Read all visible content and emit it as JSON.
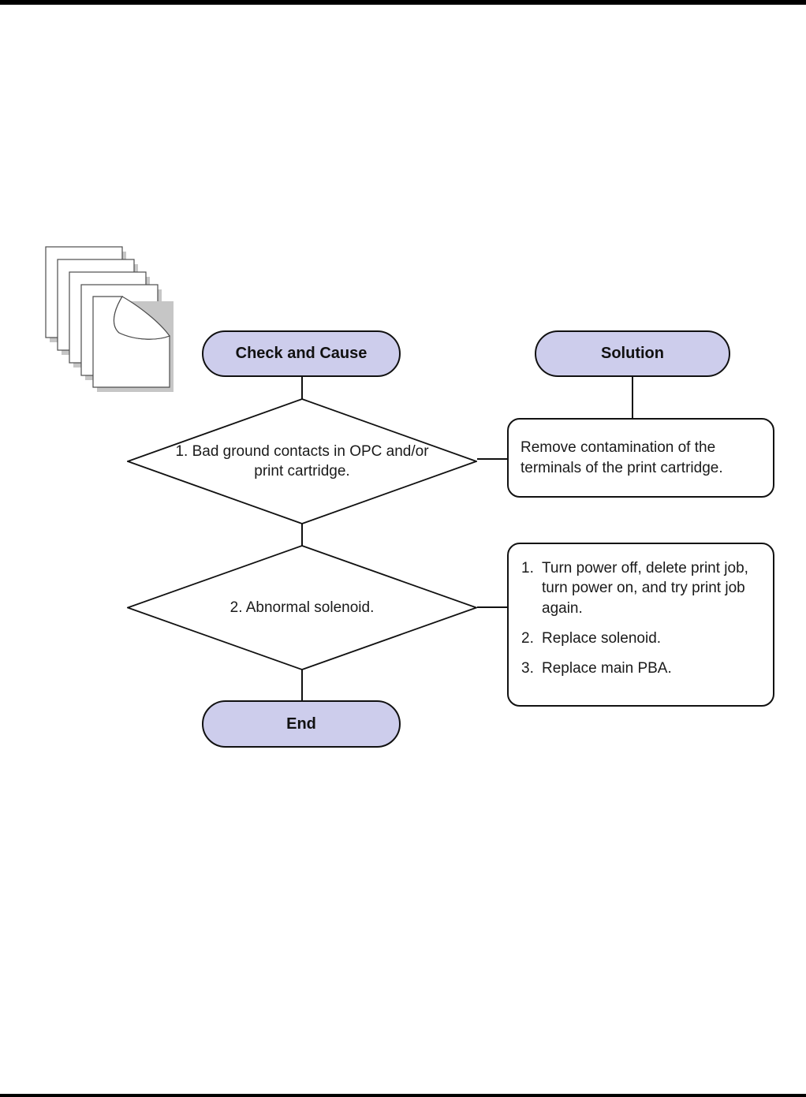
{
  "page": {
    "background": "#ffffff",
    "rule_color": "#000000"
  },
  "icons": {
    "paper_stack": "stack-of-pages-with-curled-corner"
  },
  "flowchart": {
    "node_fill": "#cdcdec",
    "node_border": "#111111",
    "text_color": "#1a1a1a",
    "check_header": "Check and Cause",
    "solution_header": "Solution",
    "end_label": "End",
    "cause1": "1. Bad ground contacts in OPC and/or print cartridge.",
    "cause2": "2. Abnormal solenoid.",
    "solution1": "Remove contamination of the terminals of the print cartridge.",
    "solution2_items": [
      {
        "num": "1.",
        "text": "Turn power off, delete print job, turn power on, and try print job again."
      },
      {
        "num": "2.",
        "text": "Replace solenoid."
      },
      {
        "num": "3.",
        "text": "Replace main PBA."
      }
    ]
  }
}
